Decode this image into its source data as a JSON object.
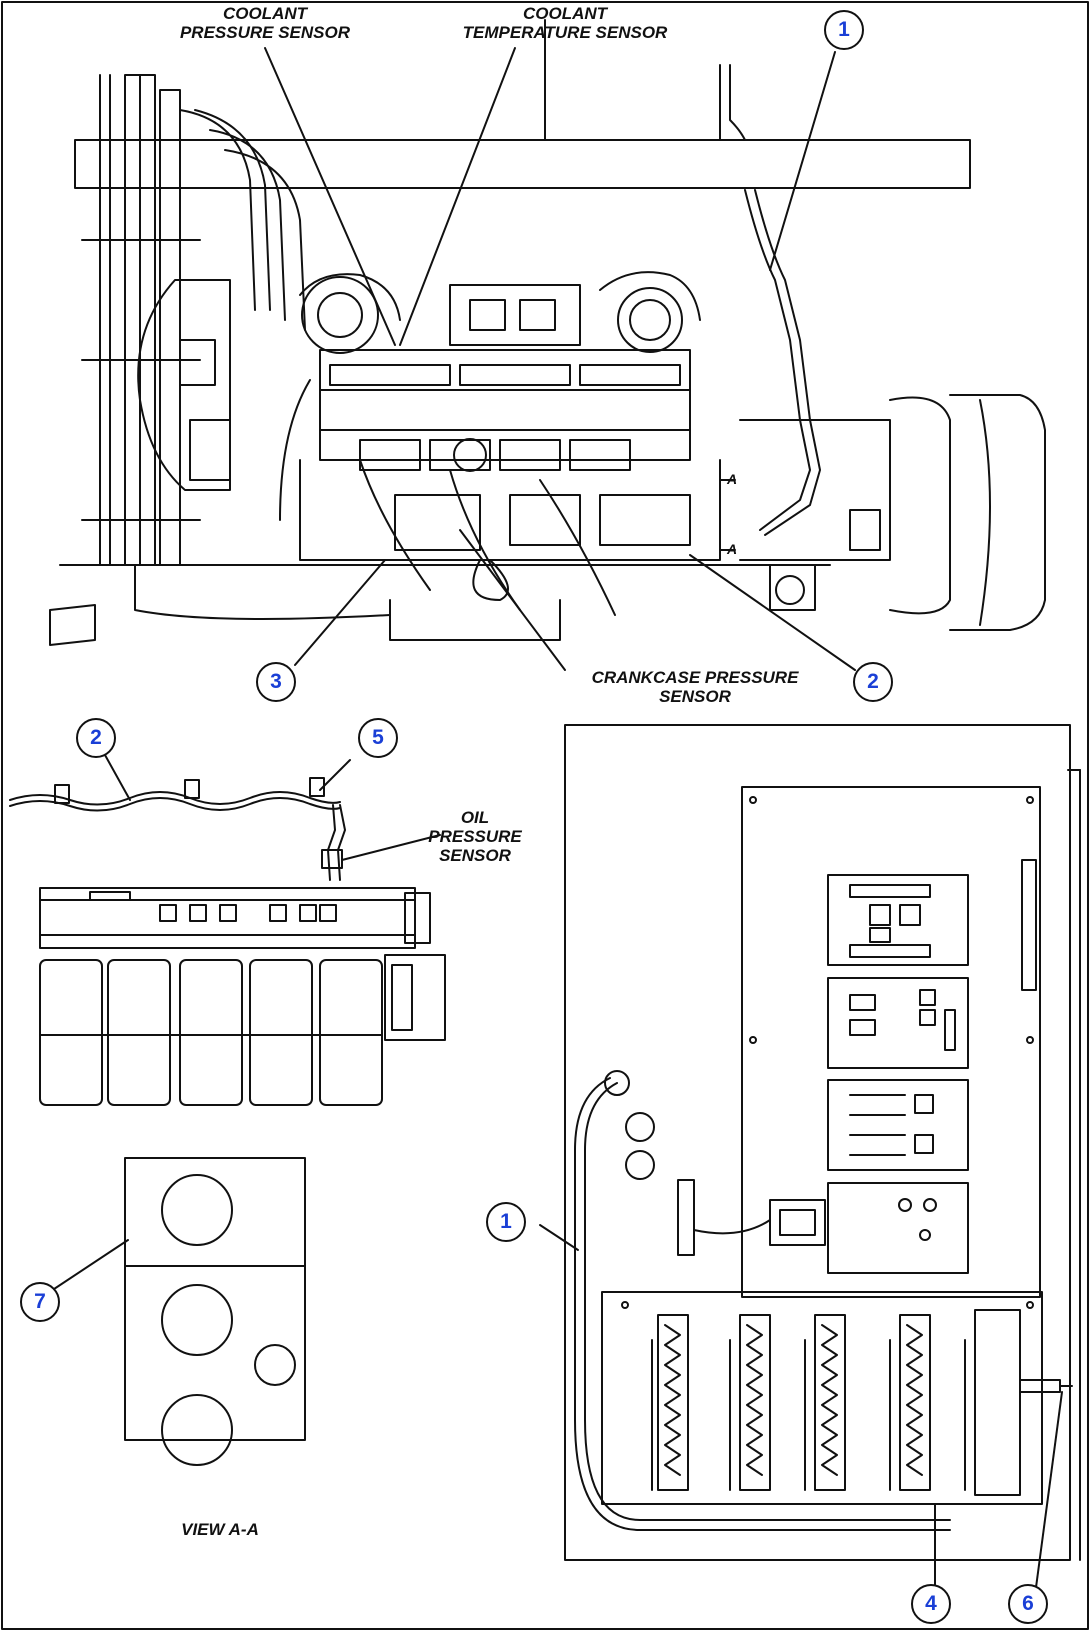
{
  "labels": {
    "coolant_pressure_sensor": [
      "COOLANT",
      "PRESSURE SENSOR"
    ],
    "coolant_temperature_sensor": [
      "COOLANT",
      "TEMPERATURE SENSOR"
    ],
    "crankcase_pressure_sensor": [
      "CRANKCASE PRESSURE",
      "SENSOR"
    ],
    "oil_pressure_sensor": [
      "OIL",
      "PRESSURE",
      "SENSOR"
    ],
    "view_a_a": "VIEW A-A",
    "section_marker": "A"
  },
  "callouts": {
    "c1_top": "1",
    "c2_top": "2",
    "c3": "3",
    "c2_mid": "2",
    "c5": "5",
    "c7": "7",
    "c1_panel": "1",
    "c4": "4",
    "c6": "6"
  },
  "colors": {
    "callout_number": "#1a3fd6",
    "line": "#111111",
    "background": "#ffffff"
  }
}
